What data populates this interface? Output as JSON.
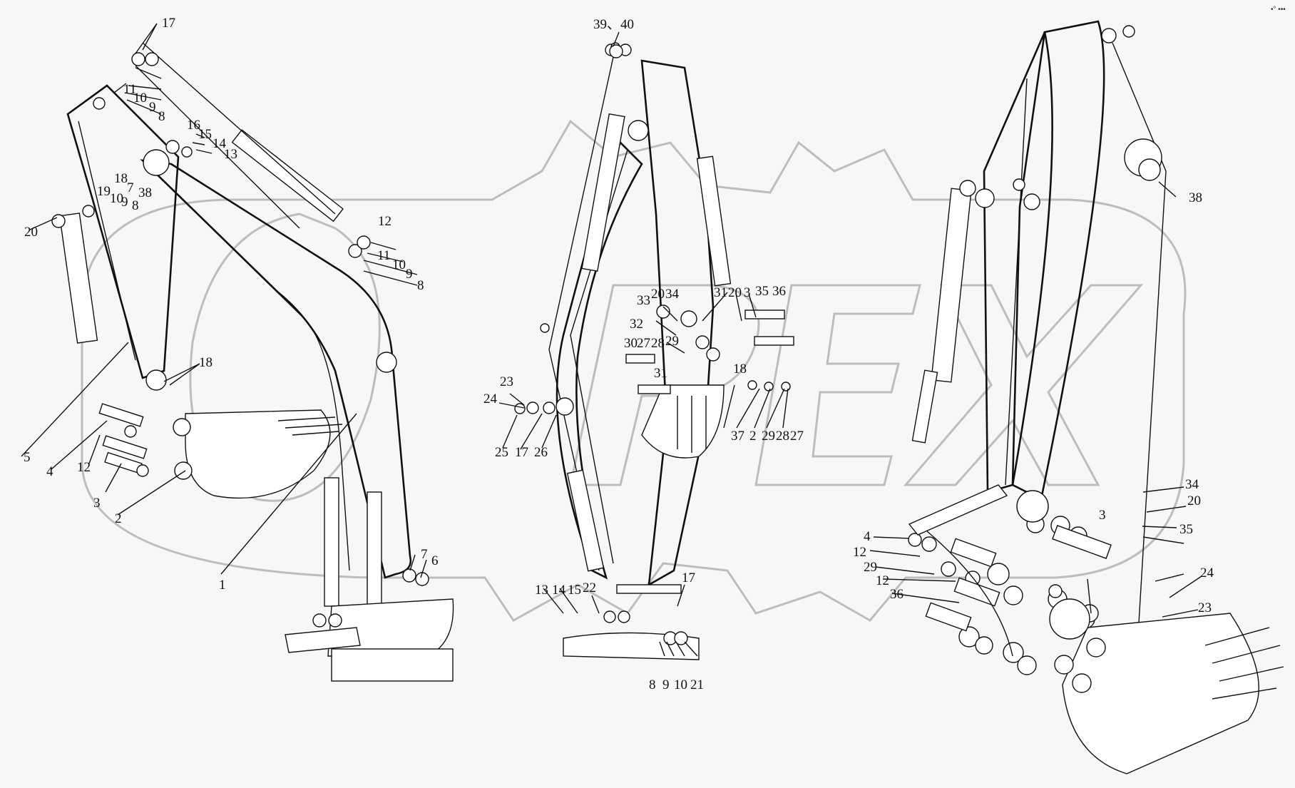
{
  "watermark_text": "OPEX",
  "corner_mark": "•° •••",
  "views": [
    {
      "name": "left-assembly",
      "callouts": [
        {
          "text": "17"
        },
        {
          "text": "11"
        },
        {
          "text": "10"
        },
        {
          "text": "9"
        },
        {
          "text": "8"
        },
        {
          "text": "16"
        },
        {
          "text": "15"
        },
        {
          "text": "14"
        },
        {
          "text": "13"
        },
        {
          "text": "18"
        },
        {
          "text": "7"
        },
        {
          "text": "38"
        },
        {
          "text": "19"
        },
        {
          "text": "10"
        },
        {
          "text": "9"
        },
        {
          "text": "8"
        },
        {
          "text": "20"
        },
        {
          "text": "12"
        },
        {
          "text": "11"
        },
        {
          "text": "10"
        },
        {
          "text": "9"
        },
        {
          "text": "8"
        },
        {
          "text": "18"
        },
        {
          "text": "5"
        },
        {
          "text": "4"
        },
        {
          "text": "12"
        },
        {
          "text": "3"
        },
        {
          "text": "2"
        },
        {
          "text": "1"
        },
        {
          "text": "7"
        },
        {
          "text": "6"
        }
      ]
    },
    {
      "name": "center-assembly",
      "callouts": [
        {
          "text": "39、40"
        },
        {
          "text": "33"
        },
        {
          "text": "20"
        },
        {
          "text": "34"
        },
        {
          "text": "31"
        },
        {
          "text": "20"
        },
        {
          "text": "3"
        },
        {
          "text": "35"
        },
        {
          "text": "36"
        },
        {
          "text": "32"
        },
        {
          "text": "30"
        },
        {
          "text": "27"
        },
        {
          "text": "28"
        },
        {
          "text": "29"
        },
        {
          "text": "18"
        },
        {
          "text": "31"
        },
        {
          "text": "23"
        },
        {
          "text": "24"
        },
        {
          "text": "25"
        },
        {
          "text": "17"
        },
        {
          "text": "26"
        },
        {
          "text": "37"
        },
        {
          "text": "2"
        },
        {
          "text": "29"
        },
        {
          "text": "28"
        },
        {
          "text": "27"
        },
        {
          "text": "13"
        },
        {
          "text": "14"
        },
        {
          "text": "15"
        },
        {
          "text": "22"
        },
        {
          "text": "17"
        },
        {
          "text": "8"
        },
        {
          "text": "9"
        },
        {
          "text": "10"
        },
        {
          "text": "21"
        }
      ]
    },
    {
      "name": "right-assembly",
      "callouts": [
        {
          "text": "38"
        },
        {
          "text": "34"
        },
        {
          "text": "20"
        },
        {
          "text": "3"
        },
        {
          "text": "35"
        },
        {
          "text": "4"
        },
        {
          "text": "12"
        },
        {
          "text": "29"
        },
        {
          "text": "12"
        },
        {
          "text": "36"
        },
        {
          "text": "24"
        },
        {
          "text": "23"
        }
      ]
    }
  ]
}
